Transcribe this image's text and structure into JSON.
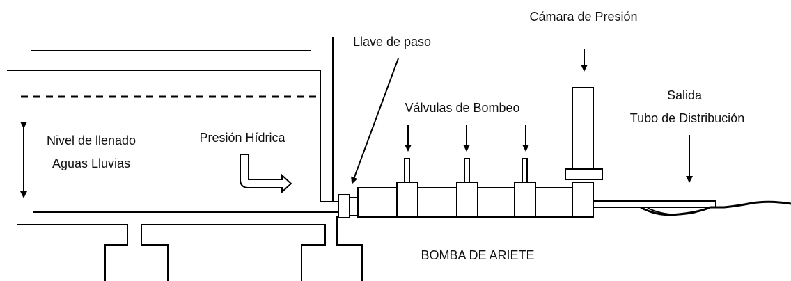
{
  "labels": {
    "pressure_chamber": "Cámara de Presión",
    "shutoff_valve": "Llave de paso",
    "pump_valves": "Válvulas de Bombeo",
    "outlet_line1": "Salida",
    "outlet_line2": "Tubo de Distribución",
    "fill_level_line1": "Nivel de llenado",
    "fill_level_line2": "Aguas Lluvias",
    "water_pressure": "Presión Hídrica",
    "ram_pump": "BOMBA DE ARIETE"
  },
  "colors": {
    "stroke": "#000000",
    "background": "#ffffff"
  }
}
